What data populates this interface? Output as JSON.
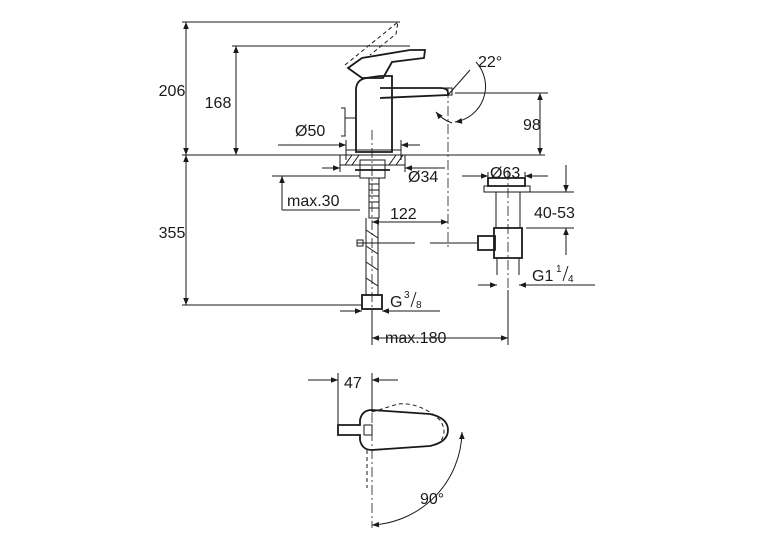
{
  "dimensions": {
    "total_height": "206",
    "body_height": "168",
    "angle_spout": "22°",
    "spout_height": "98",
    "base_diameter": "Ø50",
    "hole_diameter": "Ø34",
    "max_thickness": "max.30",
    "spout_reach": "122",
    "waste_diameter": "Ø63",
    "waste_range": "40-53",
    "under_height": "355",
    "waste_thread_main": "G1",
    "waste_thread_num": "1",
    "waste_thread_den": "4",
    "hose_thread_main": "G",
    "hose_thread_num": "3",
    "hose_thread_den": "8",
    "max_reach": "max.180",
    "lever_offset": "47",
    "rotation_angle": "90°"
  }
}
